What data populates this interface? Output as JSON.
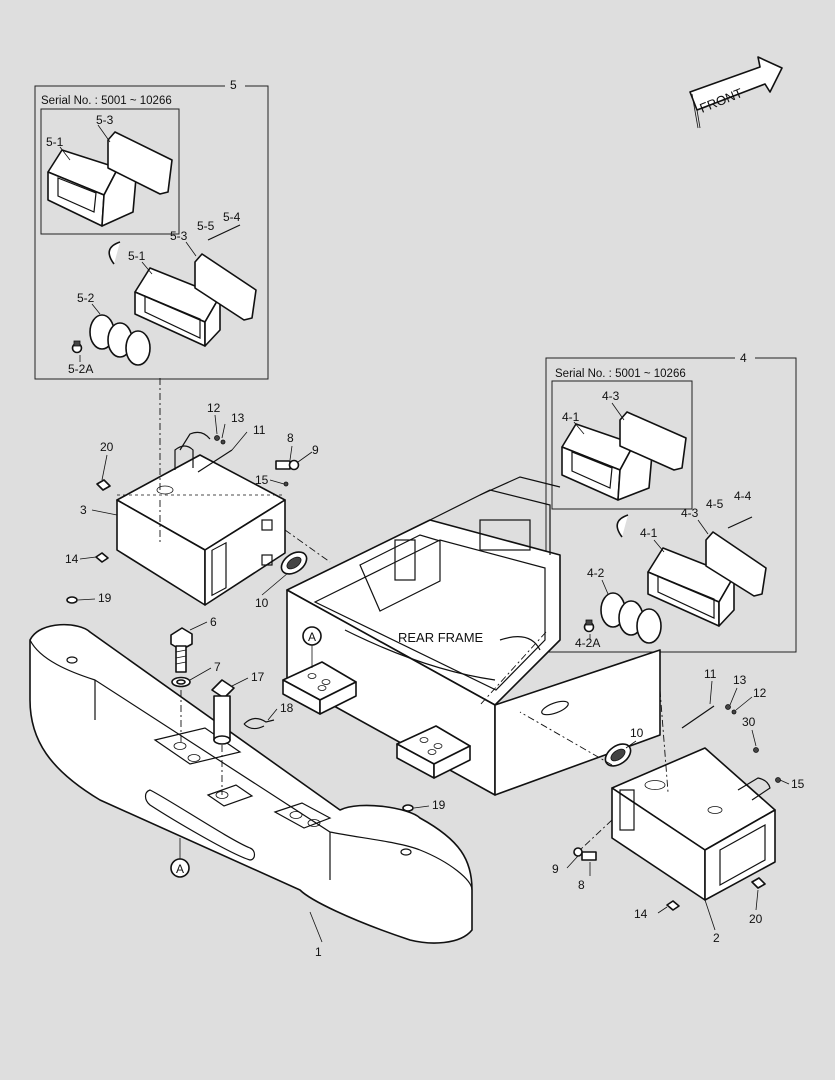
{
  "front_label": "FRONT",
  "rear_frame_label": "REAR FRAME",
  "insets": [
    {
      "number": "5",
      "serial": "Serial No. : 5001 ~ 10266"
    },
    {
      "number": "4",
      "serial": "Serial No. : 5001 ~ 10266"
    }
  ],
  "callouts": {
    "a": "5-3",
    "b": "5-1",
    "c": "5-5",
    "d": "5-4",
    "e": "5-3",
    "f": "5-1",
    "g": "5-2",
    "h": "5-2A",
    "i": "4-3",
    "j": "4-1",
    "k": "4-5",
    "l": "4-4",
    "m": "4-3",
    "n": "4-1",
    "o": "4-2",
    "p": "4-2A",
    "q": "12",
    "r": "13",
    "s": "11",
    "t": "8",
    "u": "9",
    "v": "20",
    "w": "15",
    "x": "3",
    "y": "14",
    "z": "10",
    "aa": "19",
    "ab": "6",
    "ac": "7",
    "ad": "17",
    "ae": "18",
    "af": "19",
    "ag": "1",
    "ah": "11",
    "ai": "13",
    "aj": "12",
    "ak": "30",
    "al": "15",
    "am": "10",
    "an": "9",
    "ao": "8",
    "ap": "14",
    "aq": "2",
    "ar": "20"
  },
  "detail_marker": "A"
}
